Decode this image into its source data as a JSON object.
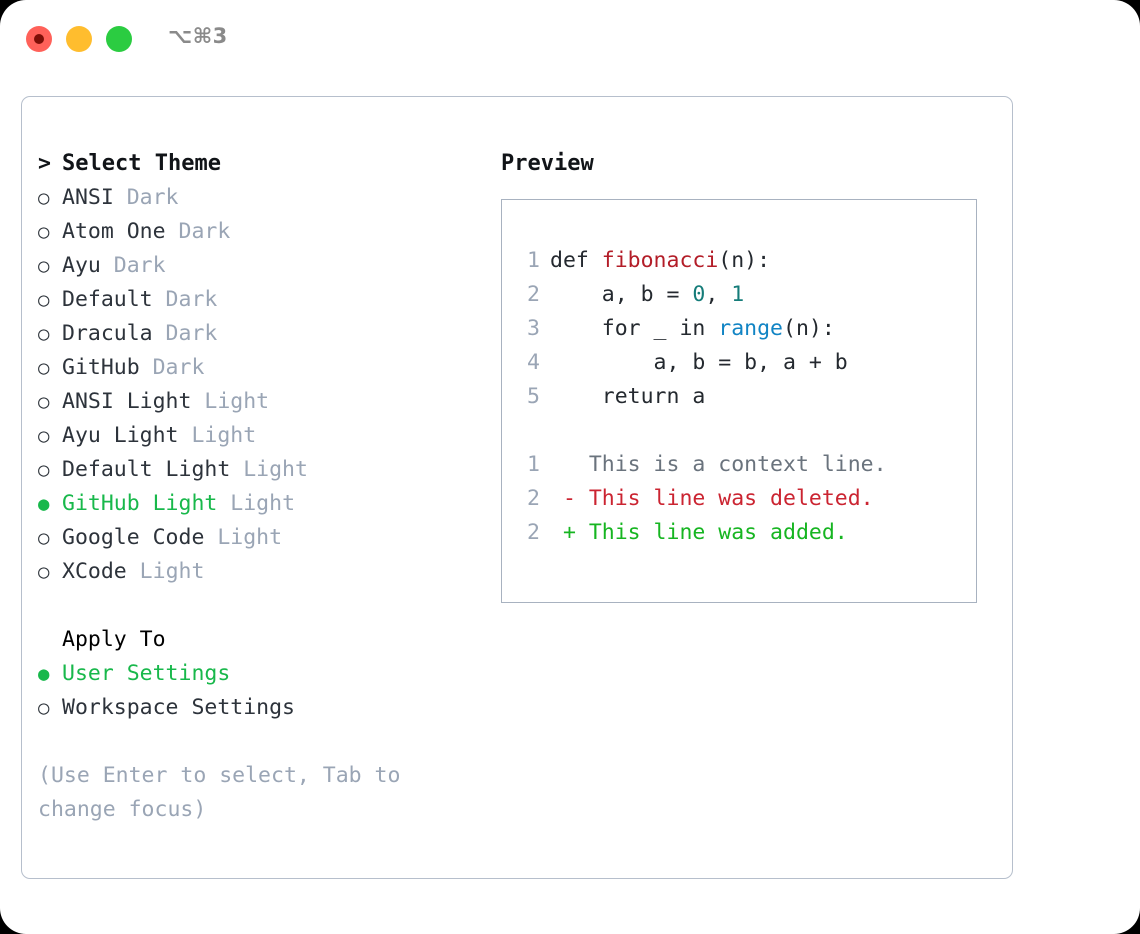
{
  "titlebar": {
    "shortcut": "⌥⌘3",
    "buttons": [
      "close",
      "minimize",
      "maximize"
    ]
  },
  "theme_picker": {
    "heading": "Select Theme",
    "heading_marker": ">",
    "bullet_empty": "○",
    "bullet_filled": "●",
    "selected_color": "#18b84b",
    "items": [
      {
        "name": "ANSI",
        "tag": "Dark",
        "selected": false
      },
      {
        "name": "Atom One",
        "tag": "Dark",
        "selected": false
      },
      {
        "name": "Ayu",
        "tag": "Dark",
        "selected": false
      },
      {
        "name": "Default",
        "tag": "Dark",
        "selected": false
      },
      {
        "name": "Dracula",
        "tag": "Dark",
        "selected": false
      },
      {
        "name": "GitHub",
        "tag": "Dark",
        "selected": false
      },
      {
        "name": "ANSI Light",
        "tag": "Light",
        "selected": false
      },
      {
        "name": "Ayu Light",
        "tag": "Light",
        "selected": false
      },
      {
        "name": "Default Light",
        "tag": "Light",
        "selected": false
      },
      {
        "name": "GitHub Light",
        "tag": "Light",
        "selected": true
      },
      {
        "name": "Google Code",
        "tag": "Light",
        "selected": false
      },
      {
        "name": "XCode",
        "tag": "Light",
        "selected": false
      }
    ]
  },
  "apply_to": {
    "heading": "Apply To",
    "options": [
      {
        "name": "User Settings",
        "selected": true
      },
      {
        "name": "Workspace Settings",
        "selected": false
      }
    ]
  },
  "hint": "(Use Enter to select, Tab to change focus)",
  "preview": {
    "title": "Preview",
    "code_lines": [
      {
        "num": "1",
        "tokens": [
          {
            "t": "def ",
            "c": "plain"
          },
          {
            "t": "fibonacci",
            "c": "func"
          },
          {
            "t": "(n):",
            "c": "plain"
          }
        ]
      },
      {
        "num": "2",
        "tokens": [
          {
            "t": "    a, b = ",
            "c": "plain"
          },
          {
            "t": "0",
            "c": "num"
          },
          {
            "t": ", ",
            "c": "plain"
          },
          {
            "t": "1",
            "c": "num"
          }
        ]
      },
      {
        "num": "3",
        "tokens": [
          {
            "t": "    for _ in ",
            "c": "plain"
          },
          {
            "t": "range",
            "c": "builtin"
          },
          {
            "t": "(n):",
            "c": "plain"
          }
        ]
      },
      {
        "num": "4",
        "tokens": [
          {
            "t": "        a, b = b, a + b",
            "c": "plain"
          }
        ]
      },
      {
        "num": "5",
        "tokens": [
          {
            "t": "    return a",
            "c": "plain"
          }
        ]
      }
    ],
    "diff_lines": [
      {
        "num": "1",
        "tokens": [
          {
            "t": "   This is a context line.",
            "c": "context"
          }
        ]
      },
      {
        "num": "2",
        "tokens": [
          {
            "t": " - This line was deleted.",
            "c": "del"
          }
        ]
      },
      {
        "num": "2",
        "tokens": [
          {
            "t": " + This line was added.",
            "c": "add"
          }
        ]
      }
    ]
  }
}
